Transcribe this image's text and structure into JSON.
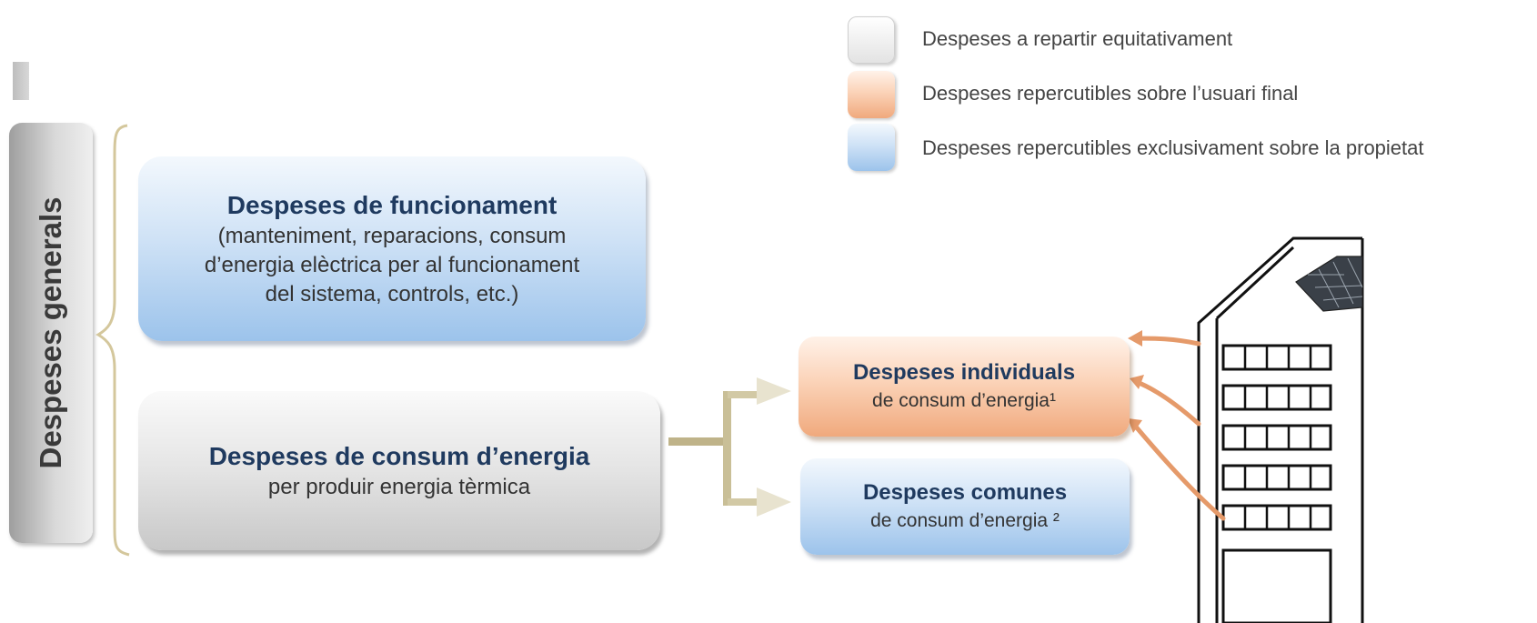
{
  "side_label": "Despeses generals",
  "legend": [
    {
      "text": "Despeses a repartir equitativament",
      "color": "white"
    },
    {
      "text": "Despeses repercutibles sobre l’usuari final",
      "color": "orange"
    },
    {
      "text": "Despeses repercutibles exclusivament sobre la propietat",
      "color": "blue"
    }
  ],
  "boxes": {
    "funcionament": {
      "title": "Despeses de funcionament",
      "lines": [
        "(manteniment, reparacions, consum",
        "d’energia elèctrica per al funcionament",
        "del sistema, controls, etc.)"
      ]
    },
    "consum": {
      "title": "Despeses de consum d’energia",
      "subtitle": "per produir energia tèrmica"
    },
    "individuals": {
      "title": "Despeses individuals",
      "subtitle": "de consum d’energia¹"
    },
    "comunes": {
      "title": "Despeses comunes",
      "subtitle": "de consum d’energia ²"
    }
  },
  "colors": {
    "accent_title": "#1f3a5f",
    "blue": "#9cc3eb",
    "orange": "#f0a97d",
    "grey": "#c8c8c8",
    "connector": "#bfb389",
    "arrow_orange": "#e59a6a"
  },
  "icons": [
    "brace-icon",
    "building-icon",
    "solar-panel-icon"
  ]
}
